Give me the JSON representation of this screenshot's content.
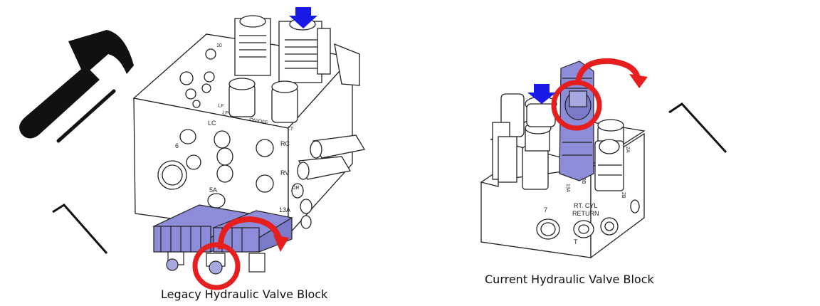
{
  "captions": {
    "legacy": "Legacy Hydraulic Valve Block",
    "current": "Current Hydraulic Valve Block"
  },
  "legacy_block": {
    "port_labels": [
      "LC",
      "RC",
      "RV",
      "5A",
      "13A",
      "6",
      "LP",
      "ON/OFF",
      "LT",
      "LF",
      "OR",
      "10"
    ]
  },
  "current_block": {
    "port_labels": [
      "7",
      "RT. CYL",
      "RETURN",
      "T",
      "13A",
      "3B",
      "2A",
      "2B"
    ]
  },
  "icons": [
    "hammer-icon",
    "screwdriver-icon",
    "allen-key-icon"
  ],
  "colors": {
    "arrow_blue": "#1a1ae6",
    "highlight_red": "#e61e1e",
    "valve_purple": "#8c8cd8",
    "line_black": "#111111"
  }
}
